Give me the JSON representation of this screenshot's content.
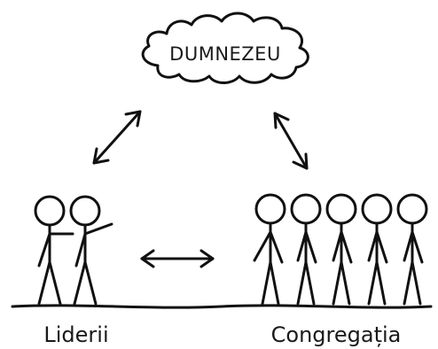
{
  "cloud": {
    "label": "DUMNEZEU"
  },
  "groups": {
    "leaders": {
      "label": "Liderii",
      "count": 2
    },
    "congregation": {
      "label": "Congregația",
      "count": 5
    }
  },
  "colors": {
    "ink": "#111111",
    "background": "#ffffff"
  }
}
